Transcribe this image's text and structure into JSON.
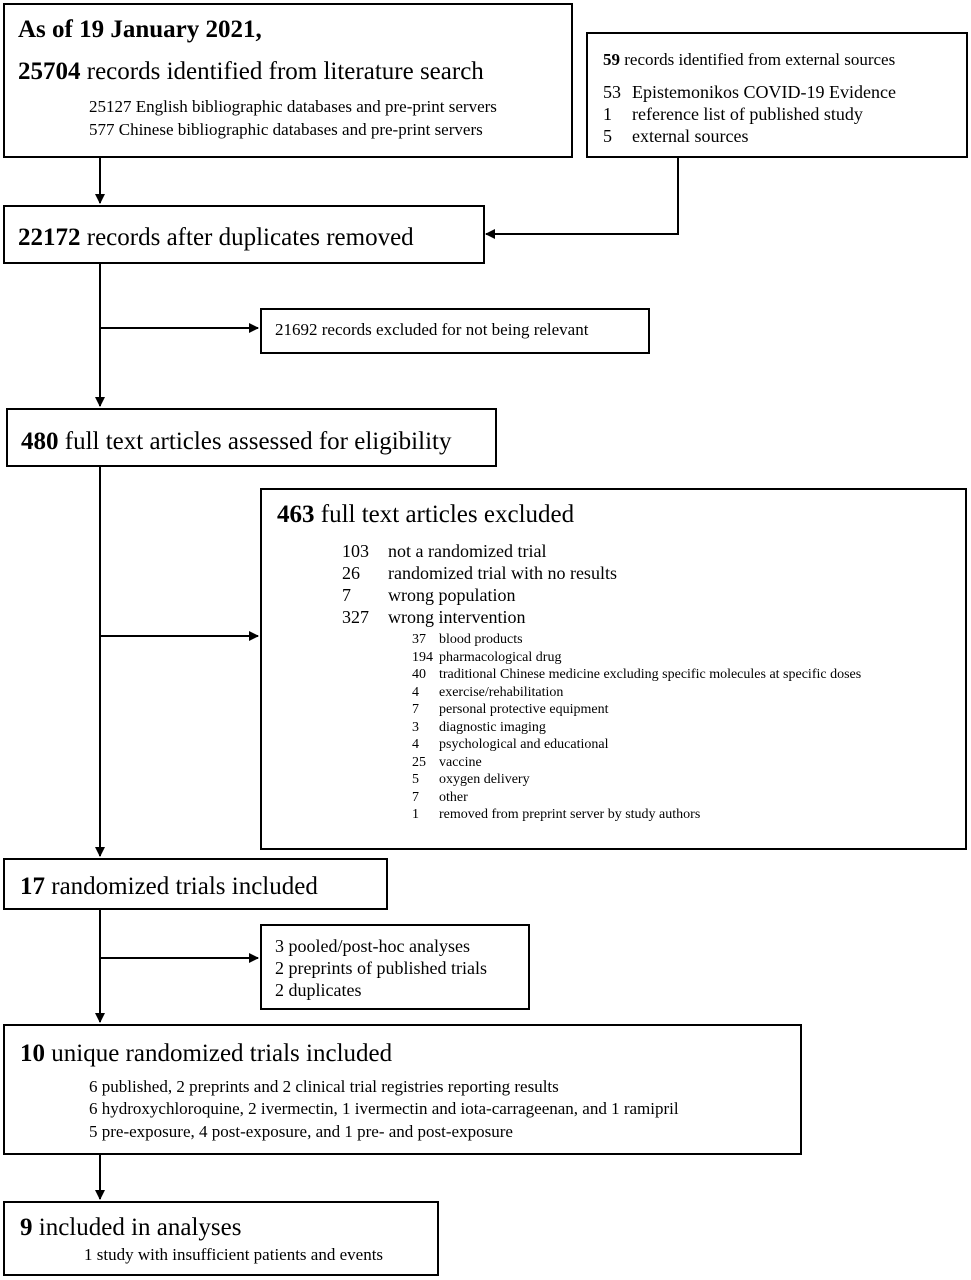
{
  "box1": {
    "date": "As of 19 January 2021,",
    "count": "25704",
    "label": "records identified from literature search",
    "sub": [
      "25127 English bibliographic databases and pre-print servers",
      "577 Chinese bibliographic databases and pre-print servers"
    ]
  },
  "box2": {
    "count": "59",
    "label": "records identified from external sources",
    "items": [
      {
        "n": "53",
        "text": "Epistemonikos COVID-19 Evidence"
      },
      {
        "n": "1",
        "text": "reference list of published study"
      },
      {
        "n": "5",
        "text": "external sources"
      }
    ]
  },
  "box3": {
    "count": "22172",
    "label": "records after duplicates removed"
  },
  "box4": {
    "text": "21692 records excluded for not being relevant"
  },
  "box5": {
    "count": "480",
    "label": "full text articles assessed for eligibility"
  },
  "box6": {
    "count": "463",
    "label": "full text articles excluded",
    "items": [
      {
        "n": "103",
        "text": "not a randomized trial"
      },
      {
        "n": "26",
        "text": "randomized trial with no results"
      },
      {
        "n": "7",
        "text": "wrong population"
      },
      {
        "n": "327",
        "text": "wrong intervention"
      }
    ],
    "subitems": [
      {
        "n": "37",
        "text": "blood products"
      },
      {
        "n": "194",
        "text": "pharmacological drug"
      },
      {
        "n": "40",
        "text": "traditional Chinese medicine excluding specific molecules at specific doses"
      },
      {
        "n": "4",
        "text": "exercise/rehabilitation"
      },
      {
        "n": "7",
        "text": "personal protective equipment"
      },
      {
        "n": "3",
        "text": "diagnostic imaging"
      },
      {
        "n": "4",
        "text": "psychological and educational"
      },
      {
        "n": "25",
        "text": "vaccine"
      },
      {
        "n": "5",
        "text": "oxygen delivery"
      },
      {
        "n": "7",
        "text": "other"
      },
      {
        "n": "1",
        "text": "removed from preprint server by study authors"
      }
    ]
  },
  "box7": {
    "count": "17",
    "label": "randomized trials included"
  },
  "box8": {
    "lines": [
      "3 pooled/post-hoc analyses",
      "2 preprints of published trials",
      "2 duplicates"
    ]
  },
  "box9": {
    "count": "10",
    "label": "unique randomized trials included",
    "lines": [
      "6 published, 2 preprints and 2 clinical trial registries reporting results",
      "6 hydroxychloroquine, 2 ivermectin, 1 ivermectin and iota-carrageenan, and 1 ramipril",
      "5 pre-exposure, 4 post-exposure, and 1 pre- and post-exposure"
    ]
  },
  "box10": {
    "count": "9",
    "label": "included in analyses",
    "sub": "1 study with insufficient patients and events"
  }
}
